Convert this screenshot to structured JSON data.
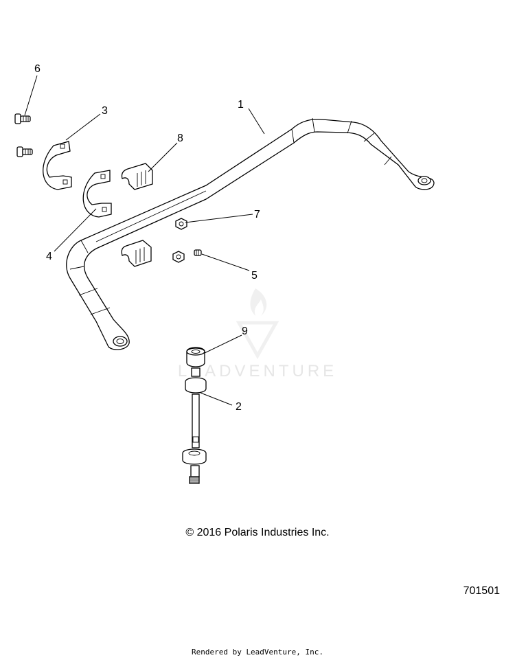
{
  "watermark": {
    "brand": "LEADVENTURE"
  },
  "callouts": [
    {
      "id": "1",
      "label": "1"
    },
    {
      "id": "2",
      "label": "2"
    },
    {
      "id": "3",
      "label": "3"
    },
    {
      "id": "4",
      "label": "4"
    },
    {
      "id": "5",
      "label": "5"
    },
    {
      "id": "6",
      "label": "6"
    },
    {
      "id": "7",
      "label": "7"
    },
    {
      "id": "8",
      "label": "8"
    },
    {
      "id": "9",
      "label": "9"
    }
  ],
  "footer": {
    "copyright": "© 2016 Polaris Industries Inc.",
    "drawing_number": "701501",
    "rendered_by": "Rendered by LeadVenture, Inc."
  }
}
